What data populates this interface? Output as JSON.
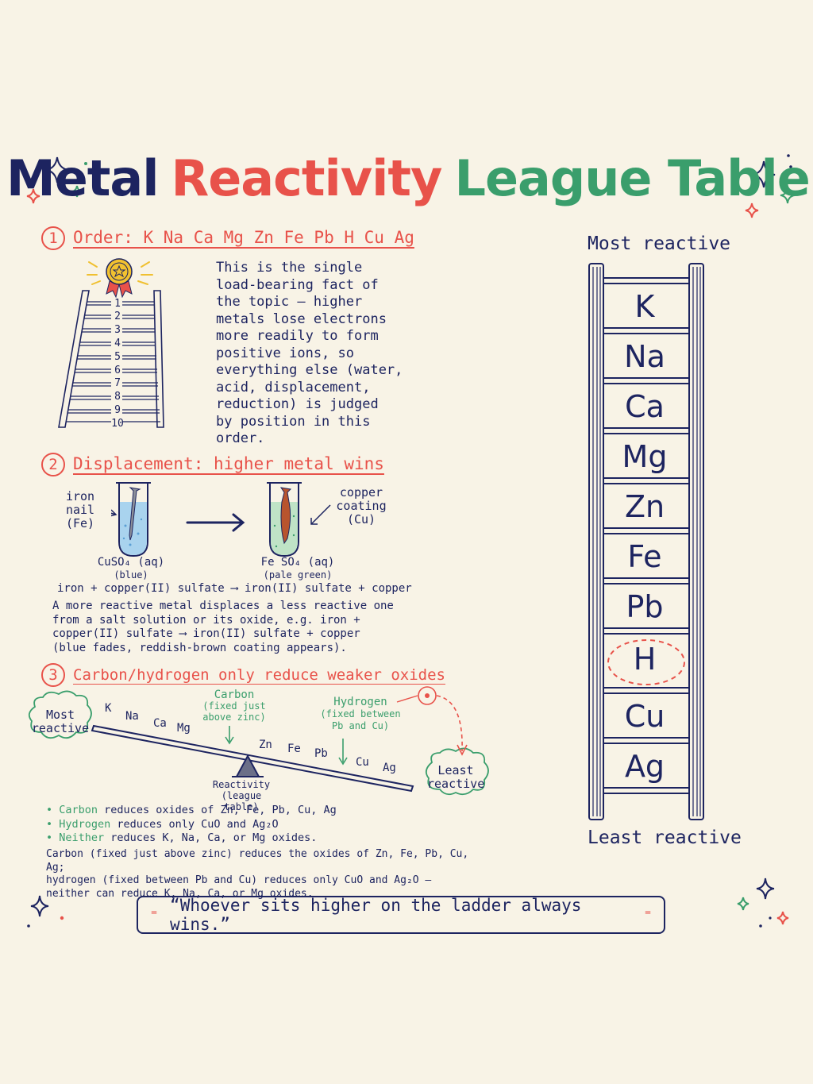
{
  "title": {
    "part1": "Metal",
    "part2": "Reactivity",
    "part3": "League Table"
  },
  "colors": {
    "navy": "#1d2460",
    "red": "#e8524a",
    "green": "#3a9e6c",
    "background": "#f8f3e6"
  },
  "section1": {
    "number": "1",
    "heading": "Order: K Na Ca Mg Zn Fe Pb H Cu Ag",
    "ladder_numbers": [
      "1",
      "2",
      "3",
      "4",
      "5",
      "6",
      "7",
      "8",
      "9",
      "10"
    ],
    "paragraph": "This is the single\nload-bearing fact of\nthe topic — higher\nmetals lose electrons\nmore readily to form\npositive ions, so\neverything else (water,\nacid, displacement,\nreduction) is judged\nby position in this\norder."
  },
  "section2": {
    "number": "2",
    "heading": "Displacement: higher metal wins",
    "left_tube": {
      "label": "iron\nnail\n(Fe)",
      "solution": "CuSO₄ (aq)",
      "colour_note": "(blue)"
    },
    "right_tube": {
      "label": "copper\ncoating\n(Cu)",
      "solution": "Fe SO₄ (aq)",
      "colour_note": "(pale green)"
    },
    "equation": "iron + copper(II) sulfate ⟶ iron(II) sulfate + copper",
    "paragraph": "A more reactive metal displaces a less reactive one\nfrom a salt solution or its oxide, e.g. iron +\ncopper(II) sulfate ⟶ iron(II) sulfate + copper\n(blue fades, reddish-brown coating appears)."
  },
  "section3": {
    "number": "3",
    "heading": "Carbon/hydrogen only reduce weaker oxides",
    "most_reactive": "Most\nreactive",
    "least_reactive": "Least\nreactive",
    "beam_metals": [
      "K",
      "Na",
      "Ca",
      "Mg",
      "Zn",
      "Fe",
      "Pb",
      "Cu",
      "Ag"
    ],
    "carbon_label": "Carbon",
    "carbon_note": "(fixed just\nabove zinc)",
    "hydrogen_label": "Hydrogen",
    "hydrogen_note": "(fixed between\nPb and Cu)",
    "pivot_label": "Reactivity\n(league table)",
    "bullets": [
      {
        "key": "Carbon",
        "rest": " reduces oxides of Zn, Fe, Pb, Cu, Ag"
      },
      {
        "key": "Hydrogen",
        "rest": " reduces only CuO and Ag₂O"
      },
      {
        "key": "Neither",
        "rest": " reduces K, Na, Ca, or Mg oxides."
      }
    ],
    "paragraph": "Carbon (fixed just above zinc) reduces the oxides of Zn, Fe, Pb, Cu, Ag;\nhydrogen (fixed between Pb and Cu) reduces only CuO and Ag₂O —\nneither can reduce K, Na, Ca, or Mg oxides."
  },
  "ladder": {
    "top_label": "Most reactive",
    "bottom_label": "Least reactive",
    "rungs": [
      "K",
      "Na",
      "Ca",
      "Mg",
      "Zn",
      "Fe",
      "Pb",
      "H",
      "Cu",
      "Ag"
    ],
    "highlighted": "H"
  },
  "quote": "“Whoever sits higher on the ladder always wins.”"
}
